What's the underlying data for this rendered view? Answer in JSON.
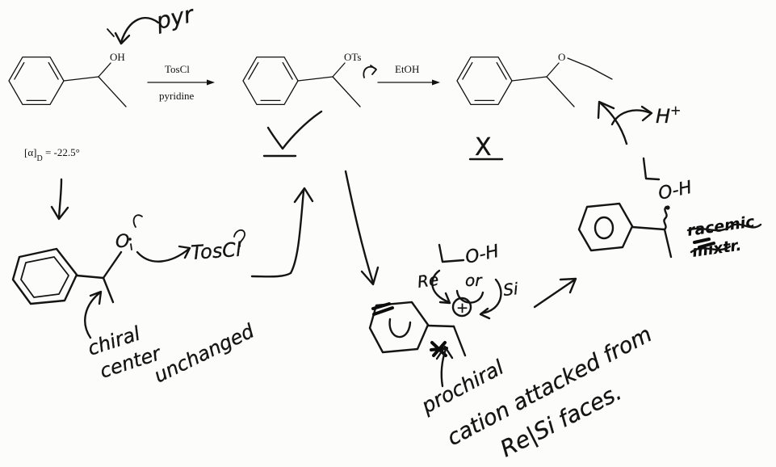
{
  "printed": {
    "mol1_oh": "OH",
    "reagent_1_top": "TosCl",
    "reagent_1_bottom": "pyridine",
    "mol2_ots": "OTs",
    "reagent_2_top": "EtOH",
    "mol3_o": "O",
    "rotation": {
      "prefix": "[α]",
      "sub": "D",
      "value": " = -22.5°"
    }
  },
  "handwritten": {
    "pyr": "pyr",
    "cross": "X",
    "lower_o": "O",
    "tosyl_reagent": "TosCl",
    "chiral_note": [
      "chiral",
      "center",
      "unchanged"
    ],
    "re": "Re",
    "or": "or",
    "si": "Si",
    "ethanol_oh": "O-H",
    "cation_charge": "+",
    "prochiral_note": [
      "prochiral",
      "cation attacked from",
      "Re|Si faces."
    ],
    "proton": "H",
    "proton_charge": "+",
    "product_oh": "O-H",
    "racemic_note": [
      "racemic",
      "mixtr."
    ]
  },
  "colors": {
    "ink": "#141414",
    "paper": "#fcfcfb"
  }
}
